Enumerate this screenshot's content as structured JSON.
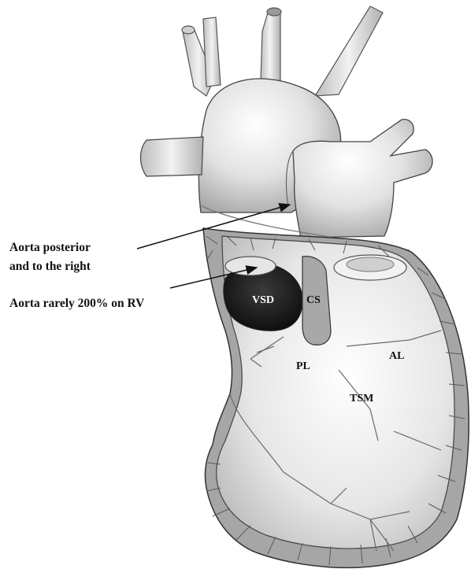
{
  "annotations": {
    "aorta_posterior_line1": "Aorta posterior",
    "aorta_posterior_line2": "and to the right",
    "aorta_rarely": "Aorta rarely 200% on RV"
  },
  "structure_labels": {
    "vsd": "VSD",
    "cs": "CS",
    "pl": "PL",
    "al": "AL",
    "tsm": "TSM"
  },
  "colors": {
    "vessel_shade": "#d9d9d9",
    "tissue_cut": "#9a9a9a",
    "vsd_dark": "#1a1a1a",
    "background": "#ffffff"
  }
}
